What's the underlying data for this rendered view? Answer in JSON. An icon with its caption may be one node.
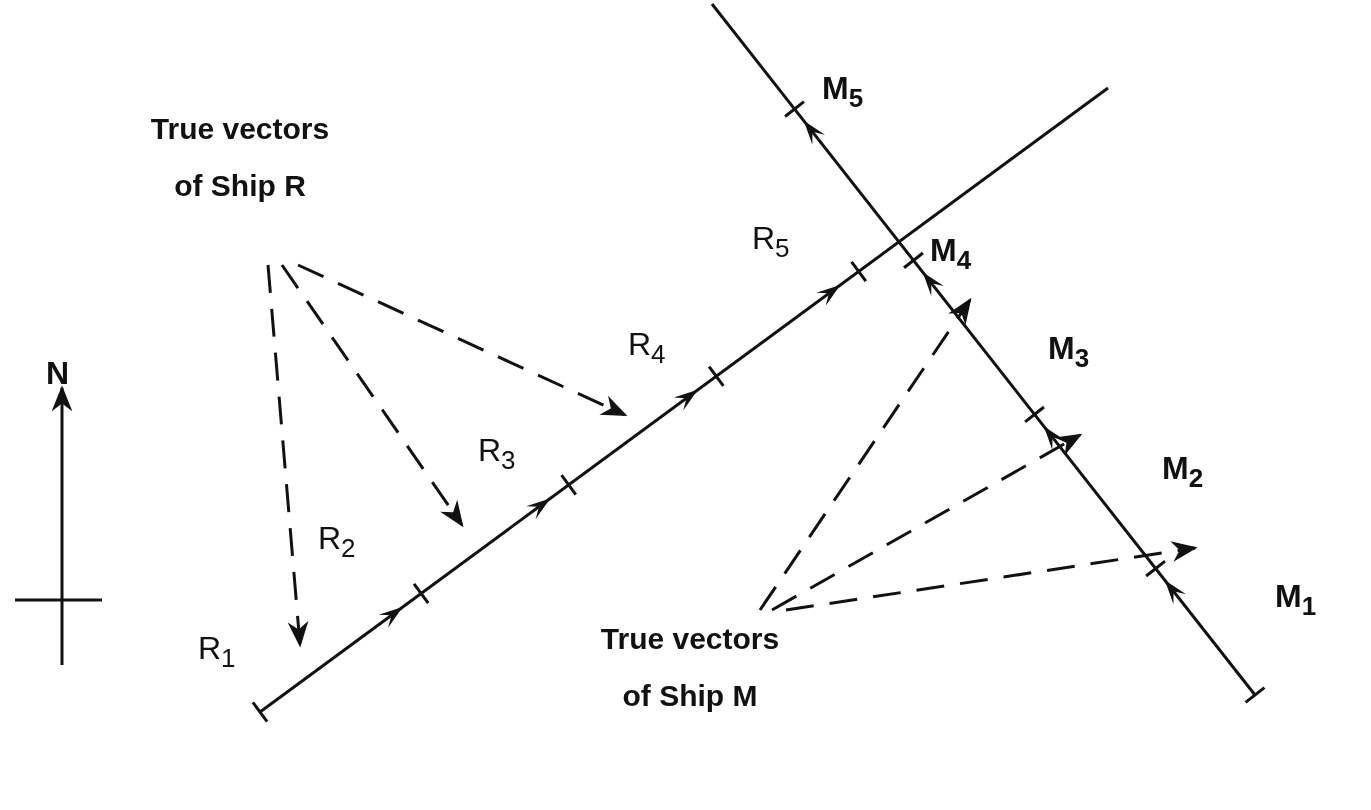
{
  "diagram": {
    "nodes": [
      {
        "text": [
          "True vectors of Ship R"
        ]
      },
      {
        "text": [
          "True vectors of Ship M"
        ]
      }
    ],
    "edges": [
      {
        "from": 0,
        "to": null,
        "arrow": "to",
        "style": "dashed"
      },
      {
        "from": 0,
        "to": null,
        "arrow": "to",
        "style": "dashed"
      },
      {
        "from": 0,
        "to": null,
        "arrow": "to",
        "style": "dashed"
      },
      {
        "from": 1,
        "to": null,
        "arrow": "to",
        "style": "dashed"
      },
      {
        "from": 1,
        "to": null,
        "arrow": "to",
        "style": "dashed"
      },
      {
        "from": 1,
        "to": null,
        "arrow": "to",
        "style": "dashed"
      }
    ],
    "labels": [
      "M$_{5}$",
      "R$_{5}$",
      "M$_{4}$",
      "N",
      "R$_{4}$",
      "M$_{3}$",
      "R$_{3}$",
      "M$_{2}$",
      "R$_{2}$",
      "M$_{1}$",
      "R$_{1}$"
    ]
  }
}
